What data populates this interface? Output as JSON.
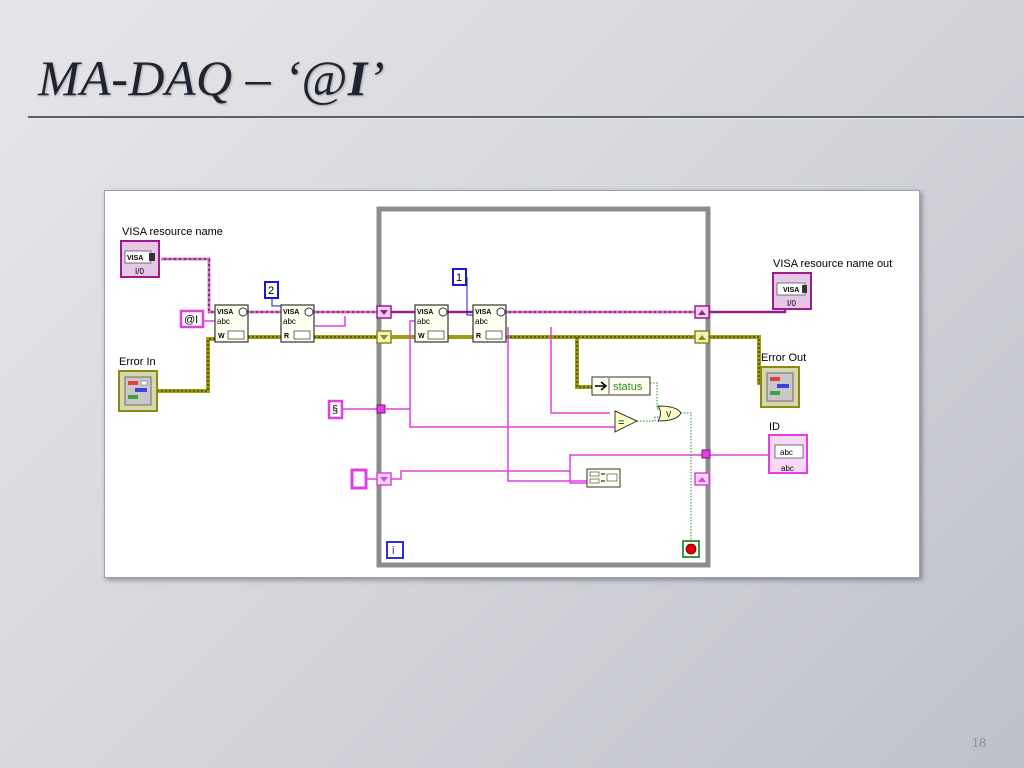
{
  "slide": {
    "title_prefix": "MA-DAQ – ‘@",
    "title_bold": "I",
    "title_suffix": "’",
    "page_number": "18"
  },
  "diagram": {
    "terminals": {
      "visa_in": "VISA resource name",
      "visa_out": "VISA resource name out",
      "error_in": "Error In",
      "error_out": "Error Out",
      "id": "ID"
    },
    "constants": {
      "command": "@I",
      "byte_count": "2",
      "read_count": "1",
      "terminator": "§",
      "status": "status",
      "iteration": "i"
    },
    "glyphs": {
      "visa": "VISA",
      "abc": "abc",
      "write_mode": "W",
      "read_mode": "R",
      "equals": "=",
      "or": "V"
    },
    "colors": {
      "string_wire": "#e040e0",
      "visa_wire": "#9c1c8c",
      "error_wire": "#a09c10",
      "loop_frame": "#8c8c8c",
      "boolean_wire": "#2a8a2a",
      "numeric_blue": "#1a1ad0",
      "stop_red": "#e00000"
    }
  }
}
